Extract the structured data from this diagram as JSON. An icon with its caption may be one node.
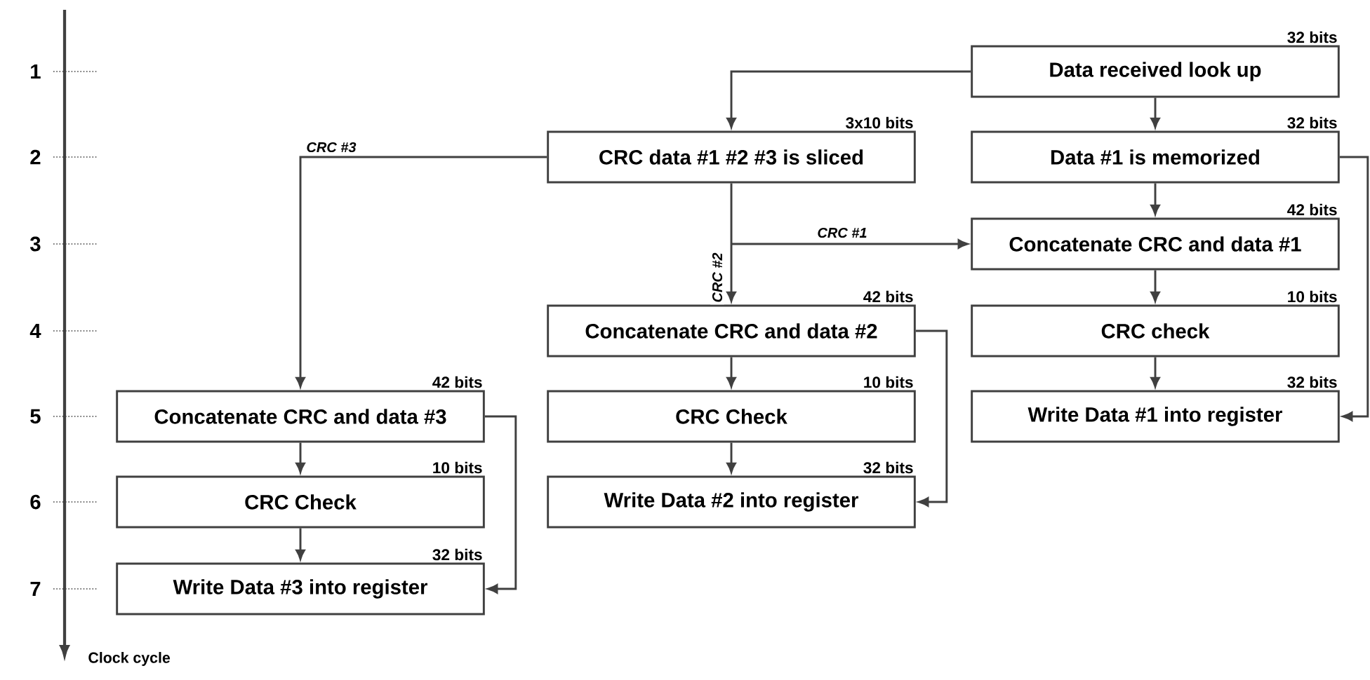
{
  "diagram": {
    "nodes": [
      {
        "text": [
          "Data received look up"
        ],
        "beside": [
          "32 bits"
        ]
      },
      {
        "text": [
          "CRC data #1 #2 #3  is sliced"
        ],
        "beside": [
          "3x10 bits"
        ]
      },
      {
        "text": [
          "Data #1 is memorized"
        ],
        "beside": [
          "32 bits"
        ]
      },
      {
        "text": [
          "Concatenate CRC and data #1"
        ],
        "beside": [
          "42 bits"
        ]
      },
      {
        "text": [
          "Concatenate CRC and data #2"
        ],
        "beside": [
          "42 bits"
        ]
      },
      {
        "text": [
          "CRC check"
        ],
        "beside": [
          "10 bits"
        ]
      },
      {
        "text": [
          "Concatenate CRC and data #3"
        ],
        "beside": [
          "42 bits"
        ]
      },
      {
        "text": [
          "CRC Check"
        ],
        "beside": [
          "10 bits"
        ]
      },
      {
        "text": [
          "Write Data #1 into register"
        ],
        "beside": [
          "32 bits"
        ]
      },
      {
        "text": [
          "CRC Check"
        ],
        "beside": [
          "10 bits"
        ]
      },
      {
        "text": [
          "Write Data #2 into register"
        ],
        "beside": [
          "32 bits"
        ]
      },
      {
        "text": [
          "Write Data #3 into register"
        ],
        "beside": [
          "32 bits"
        ]
      }
    ],
    "edges": [
      {
        "from": 0,
        "to": 1,
        "arrow": "to"
      },
      {
        "from": 0,
        "to": 2,
        "arrow": "to"
      },
      {
        "from": 1,
        "to": 6,
        "arrow": "to",
        "label": "CRC #3"
      },
      {
        "from": 1,
        "to": 3,
        "arrow": "to",
        "label": "CRC #1"
      },
      {
        "from": 1,
        "to": 4,
        "arrow": "to",
        "label": "CRC #2"
      },
      {
        "from": 2,
        "to": 3,
        "arrow": "to"
      },
      {
        "from": 2,
        "to": 8,
        "arrow": "to"
      },
      {
        "from": 3,
        "to": 5,
        "arrow": "to"
      },
      {
        "from": 5,
        "to": 8,
        "arrow": "to"
      },
      {
        "from": 4,
        "to": 7,
        "arrow": "to"
      },
      {
        "from": 7,
        "to": 10,
        "arrow": "to"
      },
      {
        "from": 4,
        "to": 10,
        "arrow": "to"
      },
      {
        "from": 6,
        "to": 9,
        "arrow": "to"
      },
      {
        "from": 9,
        "to": 11,
        "arrow": "to"
      },
      {
        "from": 6,
        "to": 11,
        "arrow": "to"
      }
    ],
    "labels": [
      "1",
      "2",
      "3",
      "4",
      "5",
      "6",
      "7",
      "Clock cycle"
    ]
  }
}
